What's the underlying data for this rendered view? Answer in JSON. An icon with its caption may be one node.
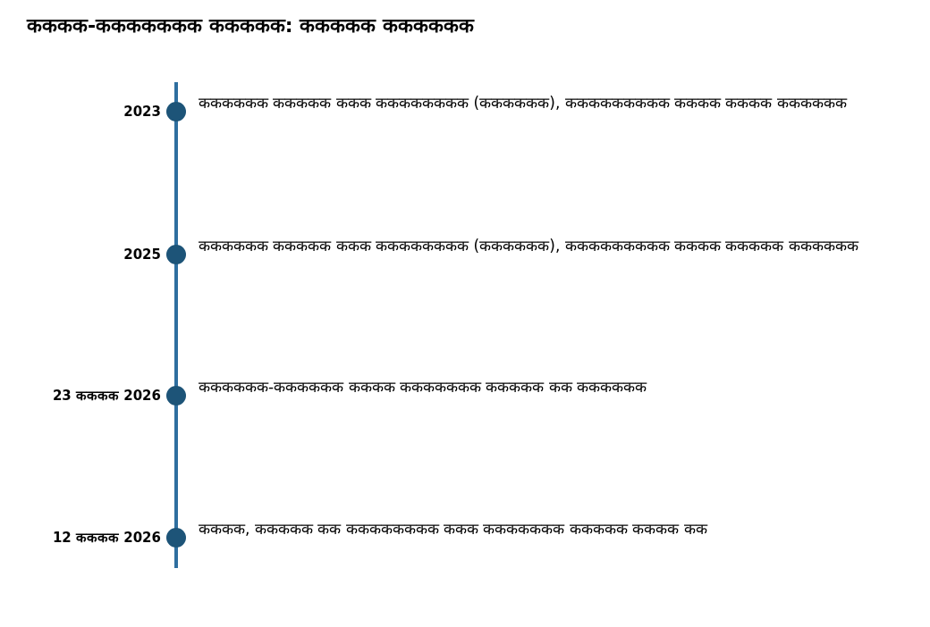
{
  "diagram": {
    "title": "कककक-ककककककक ककककक: ककककक कककककक",
    "nodes": [
      {
        "text": [
          "2023",
          "कककककक ककककक ककक कककककककक (कककककक), ककककककककक कककक कककक कककककक"
        ]
      },
      {
        "text": [
          "2025",
          "कककककक ककककक ककक कककककककक (कककककक), ककककककककक कककक ककककक कककककक"
        ]
      },
      {
        "text": [
          "23 कककक 2026",
          "कककककक-कककककक कककक ककककककक ककककक कक कककककक"
        ]
      },
      {
        "text": [
          "12 कककक 2026",
          "कककक, ककककक कक कककककककक ककक ककककककक ककककक कककक कक"
        ]
      }
    ]
  }
}
